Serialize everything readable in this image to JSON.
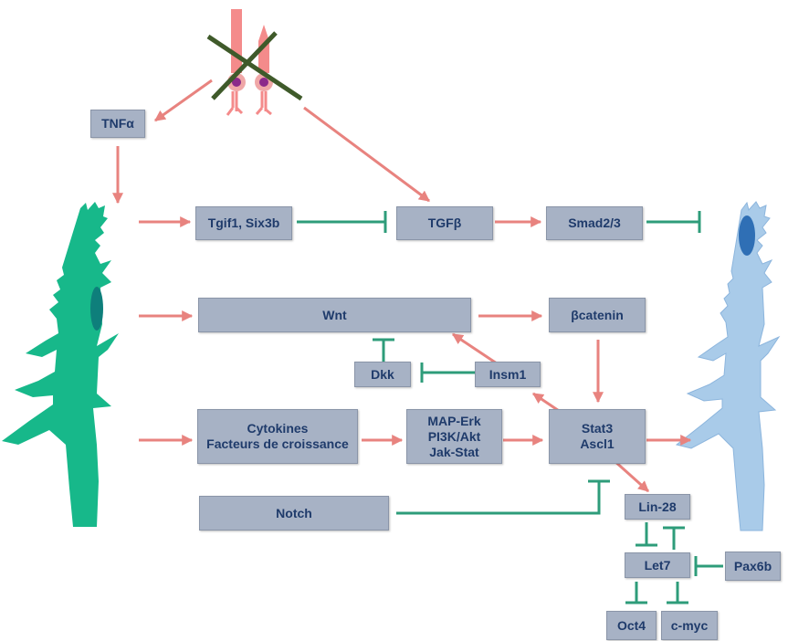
{
  "colors": {
    "activation_arrow": "#e8837f",
    "inhibition": "#2e9c7a",
    "node_fill": "#a7b2c5",
    "node_text": "#1f3b6b",
    "muller_glia_cell": "#17b88a",
    "regenerated_cell": "#a9cbe9",
    "dying_photoreceptor": "#f48b8b",
    "cross_mark": "#3f5a2a"
  },
  "icons": {
    "glia": "muller-glia-cell-icon",
    "regenerated": "regenerated-neuron-icon",
    "photoreceptors": "dying-photoreceptors-icon"
  },
  "nodes": {
    "tnfa": "TNFα",
    "tgif_six3b": "Tgif1, Six3b",
    "tgfb": "TGFβ",
    "smad": "Smad2/3",
    "wnt": "Wnt",
    "bcatenin": "βcatenin",
    "dkk": "Dkk",
    "insm1": "Insm1",
    "cytokines": "Cytokines\nFacteurs de croissance",
    "maperk": "MAP-Erk\nPI3K/Akt\nJak-Stat",
    "stat3": "Stat3\nAscl1",
    "notch": "Notch",
    "lin28": "Lin-28",
    "let7": "Let7",
    "pax6b": "Pax6b",
    "oct4": "Oct4",
    "cmyc": "c-myc"
  }
}
